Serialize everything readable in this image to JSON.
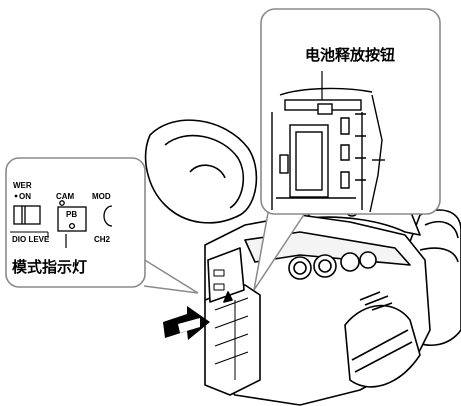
{
  "callouts": {
    "battery_release": {
      "label": "电池释放按钮"
    },
    "mode_indicator": {
      "label": "模式指示灯",
      "panel_text": {
        "power": "WER",
        "on": "ON",
        "cam": "CAM",
        "pb": "PB",
        "mode": "MOD",
        "audio": "DIO LEVE",
        "ch2": "CH2"
      }
    }
  },
  "colors": {
    "line": "#000000",
    "callout_border": "#8a8a8a",
    "background": "#ffffff"
  }
}
